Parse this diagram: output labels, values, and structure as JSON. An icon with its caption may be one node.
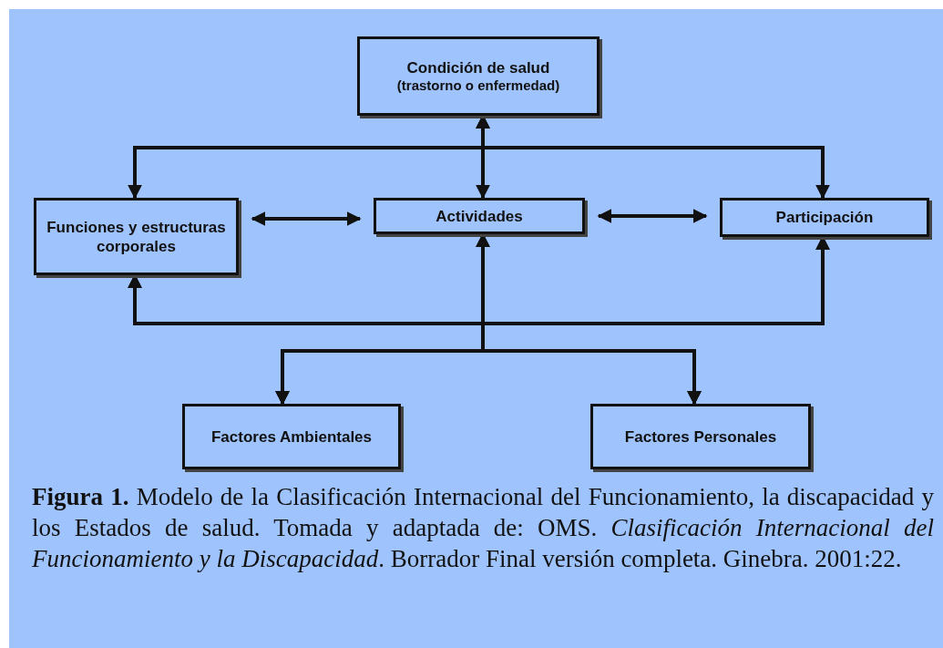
{
  "diagram": {
    "caption": "**Figura 1.** Modelo de la Clasificación Internacional del Funcionamiento, la discapacidad y los Estados de salud. Tomada y adaptada de: OMS. *Clasificación Internacional del Funcionamiento y la Discapacidad*. Borrador Final versión completa. Ginebra. 2001:22.",
    "nodes": [
      {
        "text": [
          "Condición de salud",
          "(trastorno o enfermedad)"
        ]
      },
      {
        "text": [
          "Funciones y estructuras corporales"
        ]
      },
      {
        "text": [
          "Actividades"
        ]
      },
      {
        "text": [
          "Participación"
        ]
      },
      {
        "text": [
          "Factores Ambientales"
        ]
      },
      {
        "text": [
          "Factores Personales"
        ]
      }
    ],
    "edges": [
      {
        "from": 0,
        "to": 2,
        "arrow": "both"
      },
      {
        "from": 0,
        "to": 1,
        "arrow": "both"
      },
      {
        "from": 0,
        "to": 3,
        "arrow": "both"
      },
      {
        "from": 1,
        "to": 2,
        "arrow": "both"
      },
      {
        "from": 2,
        "to": 3,
        "arrow": "both"
      },
      {
        "from": 4,
        "to": 1,
        "arrow": "both"
      },
      {
        "from": 4,
        "to": 2,
        "arrow": "both"
      },
      {
        "from": 4,
        "to": 3,
        "arrow": "both"
      },
      {
        "from": 5,
        "to": 1,
        "arrow": "both"
      },
      {
        "from": 5,
        "to": 2,
        "arrow": "both"
      },
      {
        "from": 5,
        "to": 3,
        "arrow": "both"
      }
    ]
  }
}
